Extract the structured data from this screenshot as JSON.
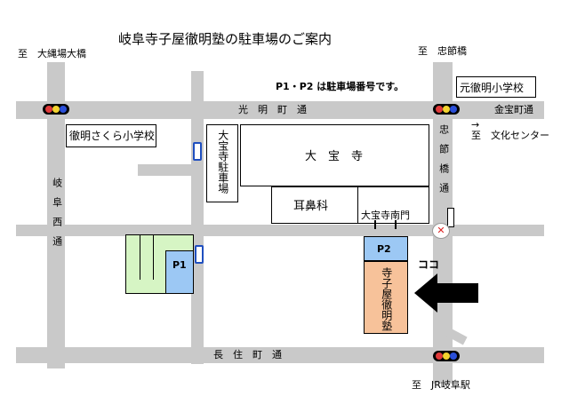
{
  "title": "岐阜寺子屋徹明塾の駐車場のご案内",
  "legend_note": "P1・P2  は駐車場番号です。",
  "directions": {
    "top_left": "至　大縄場大橋",
    "top_right": "至　忠節橋",
    "right": "至　文化センター",
    "bottom": "至　JR岐阜駅"
  },
  "roads": {
    "north": "光　明　町　通",
    "north_east": "金宝町通",
    "south": "長　住　町　通",
    "west": "岐　阜　西　通",
    "east": "忠　節　橋　通"
  },
  "places": {
    "school_sakura": "徹明さくら小学校",
    "school_moto": "元徹明小学校",
    "temple": "大　宝　寺",
    "temple_parking": "大宝寺駐車場",
    "ent_clinic": "耳鼻科",
    "temple_south_gate": "大宝寺南門",
    "juku": "寺子屋徹明塾"
  },
  "parking": {
    "p1": "P1",
    "p2": "P2"
  },
  "here_label": "ココ",
  "icons": [
    "traffic-signal-icon",
    "phone-booth-icon",
    "post-office-icon",
    "arrow-icon"
  ],
  "colors": {
    "road": "#c9c9c9",
    "p_lot_blue": "#9cc8f4",
    "p1_green": "#d6f5c4",
    "juku_orange": "#f7c29a",
    "arrow": "#000000"
  }
}
